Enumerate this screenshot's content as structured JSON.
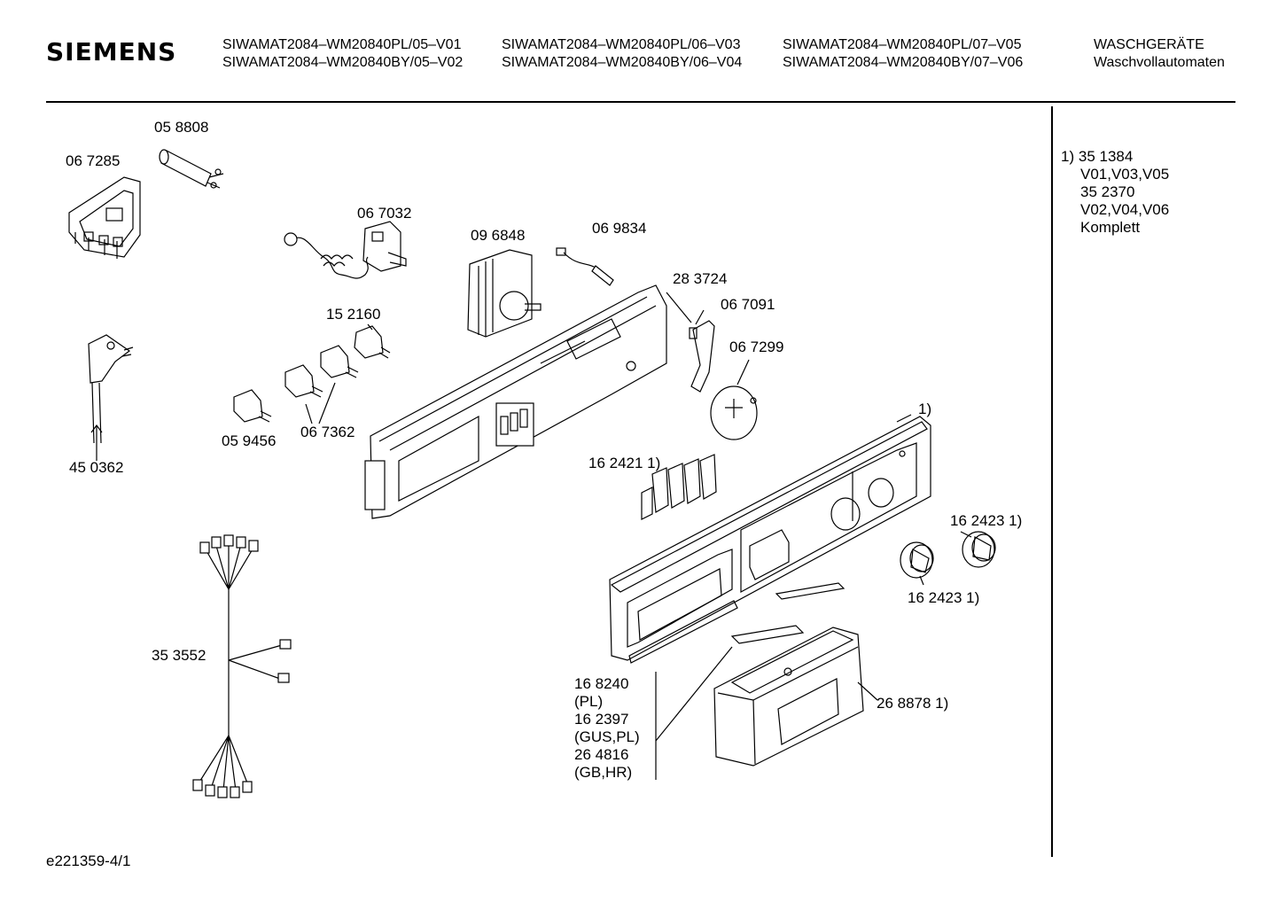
{
  "header": {
    "brand": "SIEMENS",
    "models": [
      [
        "SIWAMAT2084–WM20840PL/05–V01",
        "SIWAMAT2084–WM20840BY/05–V02"
      ],
      [
        "SIWAMAT2084–WM20840PL/06–V03",
        "SIWAMAT2084–WM20840BY/06–V04"
      ],
      [
        "SIWAMAT2084–WM20840PL/07–V05",
        "SIWAMAT2084–WM20840BY/07–V06"
      ]
    ],
    "category": "WASCHGERÄTE",
    "subcategory": "Waschvollautomaten"
  },
  "parts": {
    "p058808": "05 8808",
    "p067285": "06 7285",
    "p067032": "06 7032",
    "p096848": "09 6848",
    "p069834": "06 9834",
    "p283724": "28 3724",
    "p067091": "06 7091",
    "p067299": "06 7299",
    "p152160": "15 2160",
    "p059456": "05 9456",
    "p067362": "06 7362",
    "p450362": "45 0362",
    "p162421": "16 2421 1)",
    "p162423a": "16 2423 1)",
    "p162423b": "16 2423 1)",
    "p353552": "35 3552",
    "p268878": "26 8878 1)",
    "ref1": "1)",
    "variants": [
      "16 8240",
      "(PL)",
      "16 2397",
      "(GUS,PL)",
      "26 4816",
      "(GB,HR)"
    ]
  },
  "notes": {
    "marker": "1)",
    "lines": [
      "35 1384",
      "V01,V03,V05",
      "35 2370",
      "V02,V04,V06",
      "Komplett"
    ]
  },
  "footer": {
    "drawing_id": "e221359-4/1"
  }
}
